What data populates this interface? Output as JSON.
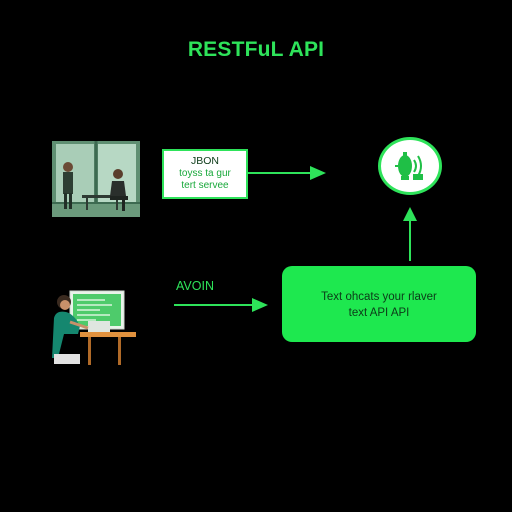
{
  "title": "RESTFuL API",
  "json_card": {
    "line1": "JBON",
    "line2": "toyss ta gur",
    "line3": "tert servee"
  },
  "main_box": {
    "line1": "Text ohcats your rlaver",
    "line2": "text API API"
  },
  "arrow_label": "AVOIN",
  "colors": {
    "background": "#000000",
    "accent_green": "#2ee35a",
    "box_green": "#1ee84f",
    "text_green": "#18c23f",
    "dark_text": "#0c3a18"
  },
  "icons": {
    "office_scene": "office-meeting-illustration",
    "developer_scene": "developer-at-desk-illustration",
    "server_icon": "api-server-icon"
  }
}
